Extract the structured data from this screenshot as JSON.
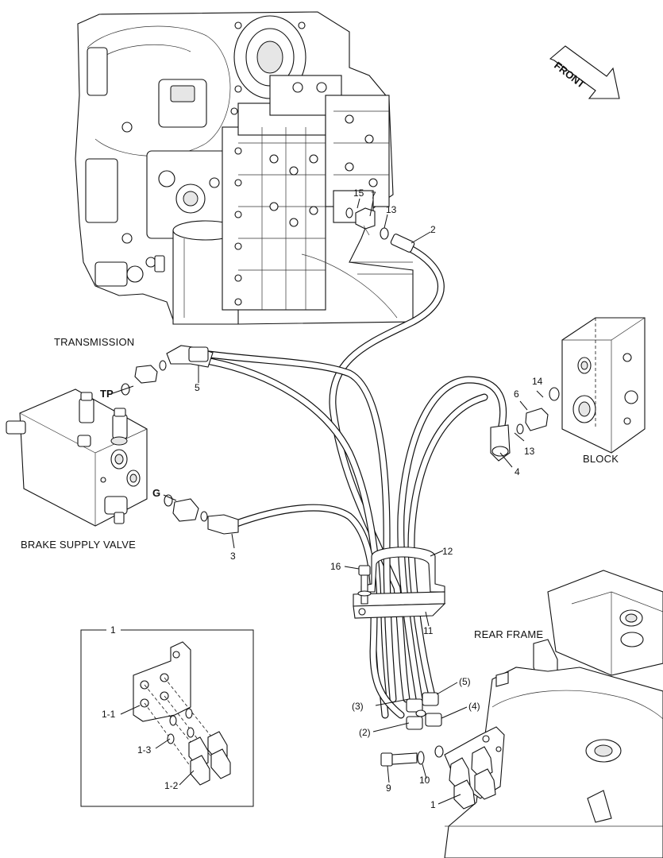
{
  "captions": {
    "transmission": "TRANSMISSION",
    "brake_supply_valve": "BRAKE SUPPLY VALVE",
    "block": "BLOCK",
    "rear_frame": "REAR FRAME",
    "front": "FRONT"
  },
  "port_labels": {
    "tp": "TP",
    "g": "G"
  },
  "callouts": {
    "c1": "1",
    "c2": "2",
    "c3": "3",
    "c4": "4",
    "c5": "5",
    "c6": "6",
    "c7": "7",
    "c9": "9",
    "c10": "10",
    "c11": "11",
    "c12": "12",
    "c13a": "13",
    "c13b": "13",
    "c14": "14",
    "c15": "15",
    "c16": "16",
    "p2": "(2)",
    "p3": "(3)",
    "p4": "(4)",
    "p5": "(5)"
  },
  "detail": {
    "title": "1",
    "item_1_1": "1-1",
    "item_1_2": "1-2",
    "item_1_3": "1-3"
  }
}
